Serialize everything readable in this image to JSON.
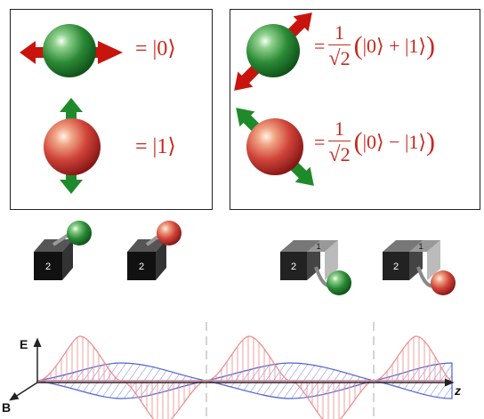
{
  "polarization_basis": {
    "horizontal_equation": "= |0⟩",
    "vertical_equation": "= |1⟩"
  },
  "superposition": {
    "diagonal_plus": {
      "equals": "=",
      "numerator": "1",
      "denominator_root": "√",
      "denominator_value": "2",
      "open_paren": "(",
      "expression": "|0⟩ + |1⟩",
      "close_paren": ")"
    },
    "diagonal_minus": {
      "equals": "=",
      "numerator": "1",
      "denominator_root": "√",
      "denominator_value": "2",
      "open_paren": "(",
      "expression": "|0⟩ − |1⟩",
      "close_paren": ")"
    }
  },
  "filter_boxes": {
    "single_box_a_label": "2",
    "single_box_b_label": "2",
    "double_box_a_front_label": "2",
    "double_box_a_back_label": "1",
    "double_box_b_front_label": "2",
    "double_box_b_back_label": "1"
  },
  "wave_diagram": {
    "e_axis_label": "E",
    "b_axis_label": "B",
    "z_axis_label": "z"
  },
  "colors": {
    "arrow_red": "#c8140c",
    "arrow_green": "#1f8a2a",
    "equation_red": "#c8281e",
    "e_field_red": "#ee8a8a",
    "b_field_blue": "#4f62d6"
  }
}
